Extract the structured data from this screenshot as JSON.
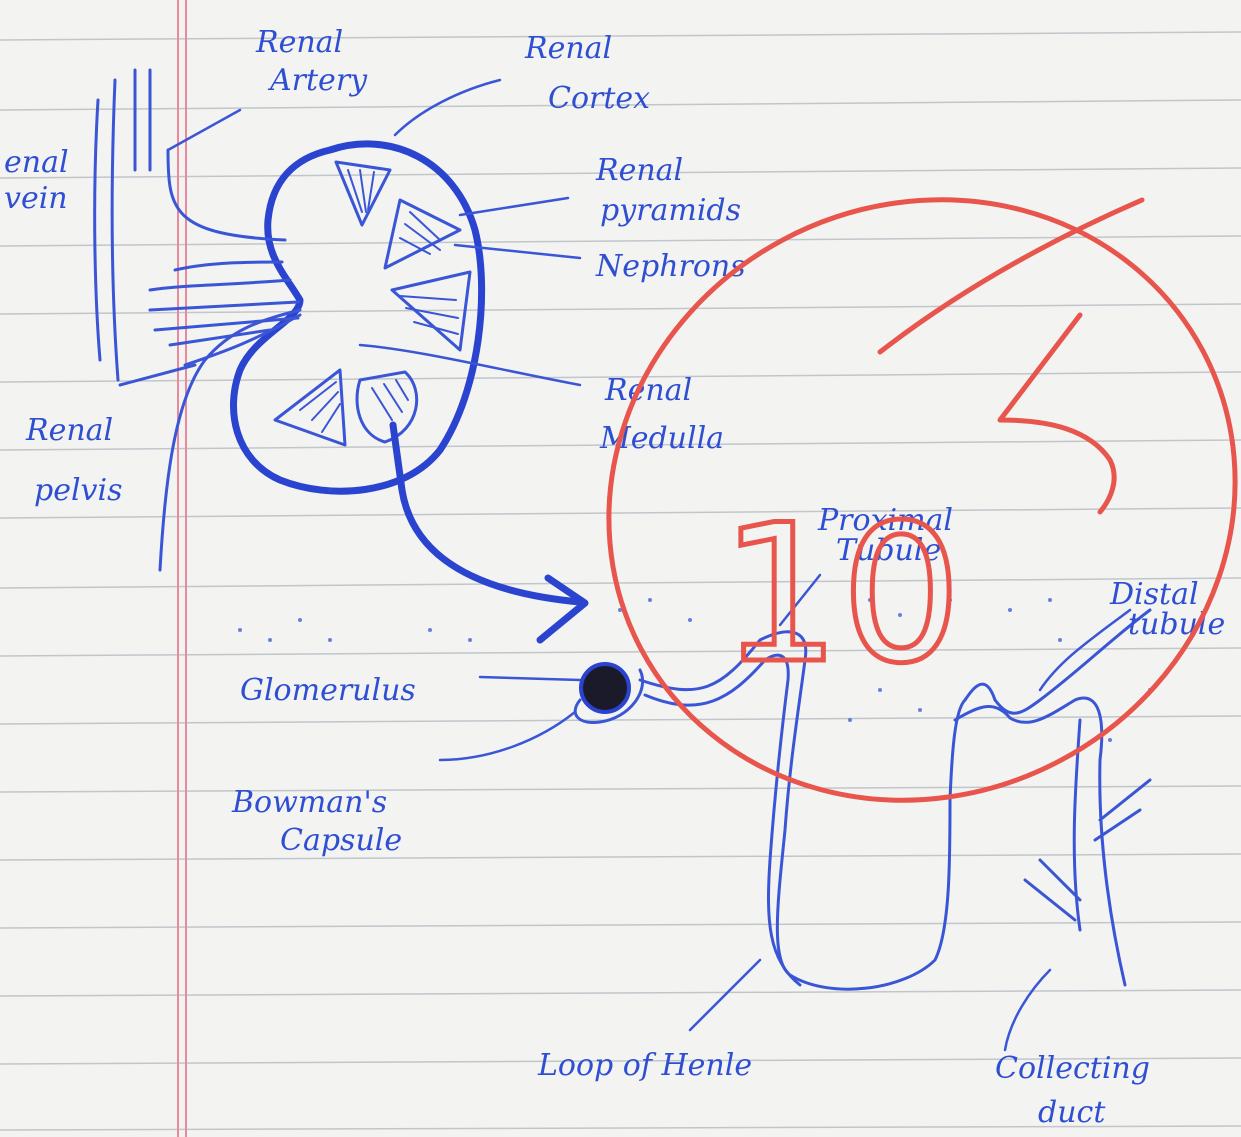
{
  "labels": {
    "renal_artery_1": "Renal",
    "renal_artery_2": "Artery",
    "renal_cortex_1": "Renal",
    "renal_cortex_2": "Cortex",
    "renal_vein_1": "enal",
    "renal_vein_2": "vein",
    "renal_pyramids_1": "Renal",
    "renal_pyramids_2": "pyramids",
    "nephrons": "Nephrons",
    "renal_medulla_1": "Renal",
    "renal_medulla_2": "Medulla",
    "renal_pelvis_1": "Renal",
    "renal_pelvis_2": "pelvis",
    "proximal_tubule_1": "Proximal",
    "proximal_tubule_2": "Tubule",
    "distal_tubule_1": "Distal",
    "distal_tubule_2": "tubule",
    "glomerulus": "Glomerulus",
    "bowmans_capsule_1": "Bowman's",
    "bowmans_capsule_2": "Capsule",
    "loop_of_henle": "Loop of Henle",
    "collecting_duct_1": "Collecting",
    "collecting_duct_2": "duct"
  },
  "grade_mark": "10",
  "colors": {
    "ink": "#2f4fd3",
    "grade": "#e8554d",
    "paper": "#f3f3f1",
    "margin_line": "#e88a9c"
  }
}
